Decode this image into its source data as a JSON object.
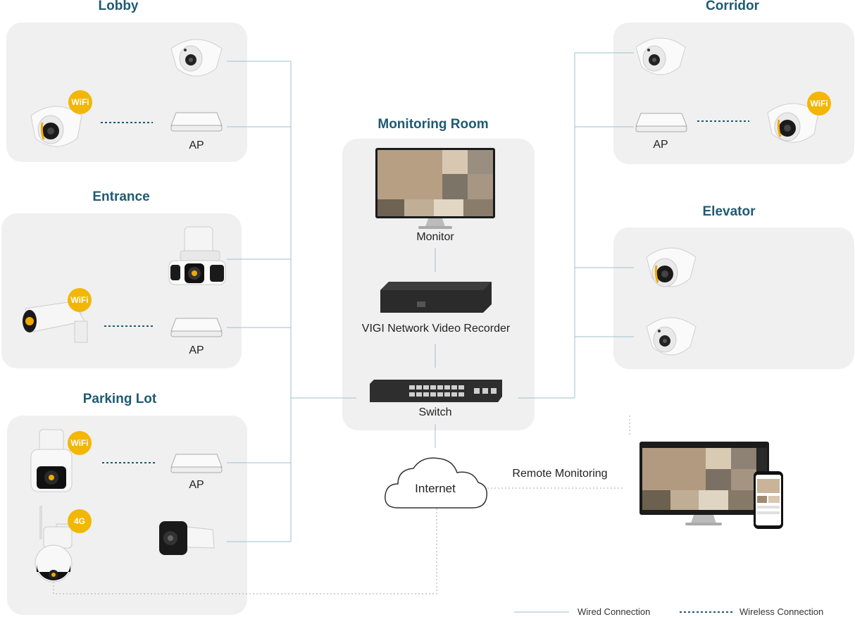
{
  "zones": {
    "lobby": {
      "title": "Lobby",
      "ap_label": "AP",
      "badge": "WiFi"
    },
    "entrance": {
      "title": "Entrance",
      "ap_label": "AP",
      "badge": "WiFi"
    },
    "parking": {
      "title": "Parking Lot",
      "ap_label": "AP",
      "badge_wifi": "WiFi",
      "badge_4g": "4G"
    },
    "monitoring": {
      "title": "Monitoring Room",
      "monitor_label": "Monitor",
      "nvr_label": "VIGI Network Video Recorder",
      "switch_label": "Switch"
    },
    "corridor": {
      "title": "Corridor",
      "ap_label": "AP",
      "badge": "WiFi"
    },
    "elevator": {
      "title": "Elevator"
    }
  },
  "internet_label": "Internet",
  "remote_label": "Remote Monitoring",
  "legend": {
    "wired": "Wired Connection",
    "wireless": "Wireless Connection"
  },
  "colors": {
    "title": "#1f5a73",
    "wired_line": "#9fbfcc",
    "wireless_line": "#1f5a73",
    "badge": "#f2b705",
    "panel": "#f0f0f0"
  }
}
